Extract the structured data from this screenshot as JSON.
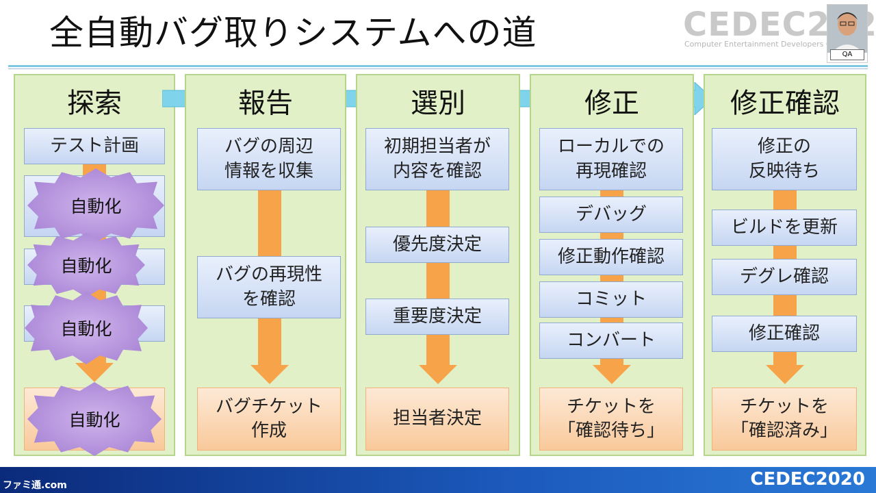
{
  "header": {
    "title": "全自動バグ取りシステムへの道",
    "logo_text": "CEDEC2020",
    "logo_sub": "Computer Entertainment Developers Conference",
    "cam_label": "QA"
  },
  "columns": [
    {
      "heading": "探索",
      "boxes": [
        "テスト計画"
      ],
      "end_box": "",
      "badges": [
        "自動化",
        "自動化",
        "自動化",
        "自動化"
      ]
    },
    {
      "heading": "報告",
      "boxes": [
        "バグの周辺\n情報を収集",
        "バグの再現性\nを確認"
      ],
      "end_box": "バグチケット\n作成"
    },
    {
      "heading": "選別",
      "boxes": [
        "初期担当者が\n内容を確認",
        "優先度決定",
        "重要度決定"
      ],
      "end_box": "担当者決定"
    },
    {
      "heading": "修正",
      "boxes": [
        "ローカルでの\n再現確認",
        "デバッグ",
        "修正動作確認",
        "コミット",
        "コンバート"
      ],
      "end_box": "チケットを\n「確認待ち」"
    },
    {
      "heading": "修正確認",
      "boxes": [
        "修正の\n反映待ち",
        "ビルドを更新",
        "デグレ確認",
        "修正確認"
      ],
      "end_box": "チケットを\n「確認済み」"
    }
  ],
  "footer": {
    "logo_text": "CEDEC2020",
    "watermark": "ファミ通.com"
  },
  "colors": {
    "column_bg": "#e2f0c8",
    "box_blue": "#c6d6f2",
    "box_orange": "#f9c99b",
    "arrow_orange": "#f7a34a",
    "badge_purple": "#a07ad0",
    "header_arrow": "#7fd3ea",
    "footer_blue": "#1c5bbd"
  }
}
